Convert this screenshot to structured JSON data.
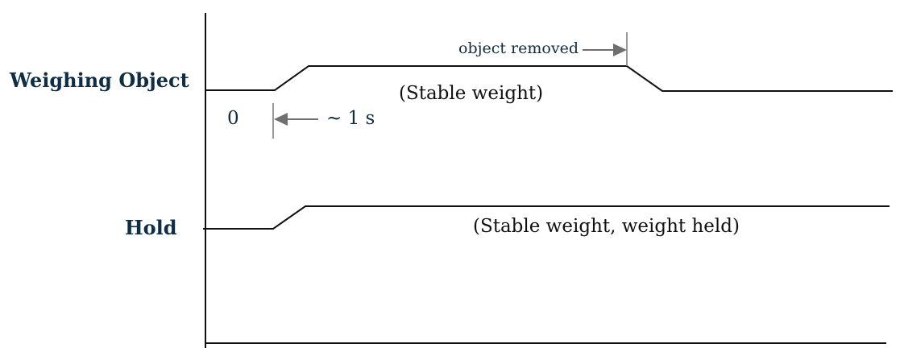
{
  "diagram": {
    "rows": [
      {
        "id": "weighing",
        "label": "Weighing Object",
        "note": "(Stable weight)"
      },
      {
        "id": "hold",
        "label": "Hold",
        "note": "(Stable weight, weight held)"
      }
    ],
    "annotations": {
      "zero": "0",
      "interval": "~ 1 s",
      "removed": "object removed"
    },
    "colors": {
      "label": "#0f2d45",
      "line": "#111111",
      "arrow": "#6f6f6f",
      "note": "#111111"
    }
  }
}
